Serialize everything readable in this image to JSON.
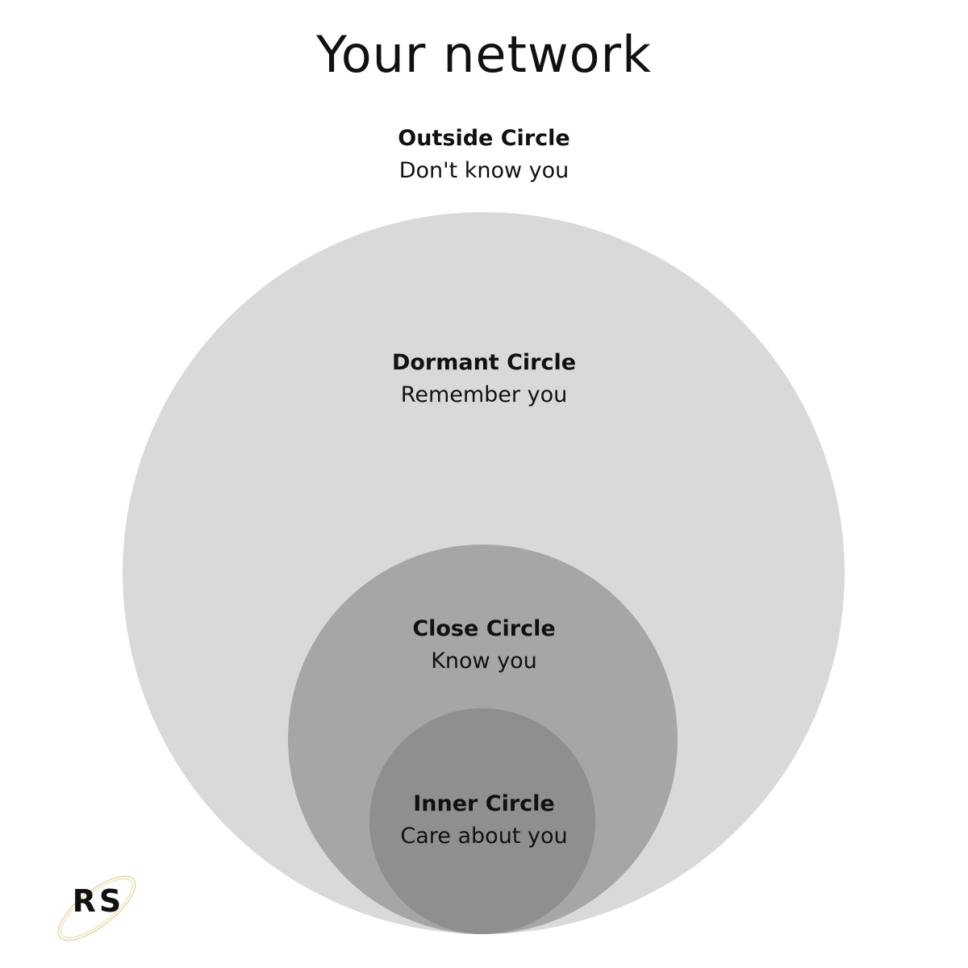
{
  "title": "Your network",
  "circles": [
    {
      "name": "Outside Circle",
      "description": "Don't know you"
    },
    {
      "name": "Dormant Circle",
      "description": "Remember you",
      "color": "#d9d9d9"
    },
    {
      "name": "Close Circle",
      "description": "Know you",
      "color": "#a6a6a6"
    },
    {
      "name": "Inner Circle",
      "description": "Care about you",
      "color": "#8f8f8f"
    }
  ],
  "logo": {
    "text": "RS",
    "ring_color": "#e8d9a6"
  }
}
